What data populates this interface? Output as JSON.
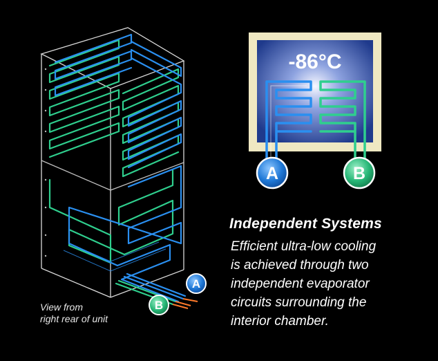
{
  "temperature_label": "-86°C",
  "circuit_a_label": "A",
  "circuit_b_label": "B",
  "headline": "Independent Systems",
  "description_lines": [
    "Efficient ultra-low cooling",
    "is achieved through two",
    "independent evaporator",
    "circuits surrounding the",
    "interior chamber."
  ],
  "view_caption_lines": [
    "View from",
    "right rear of unit"
  ],
  "colors": {
    "background": "#000000",
    "circuit_a": "#2a8ff0",
    "circuit_b": "#2fcf8e",
    "panel_frame": "#efe8c2",
    "chamber_gradient_center": "#f4f6ff",
    "chamber_gradient_edge": "#1f3a8c"
  }
}
